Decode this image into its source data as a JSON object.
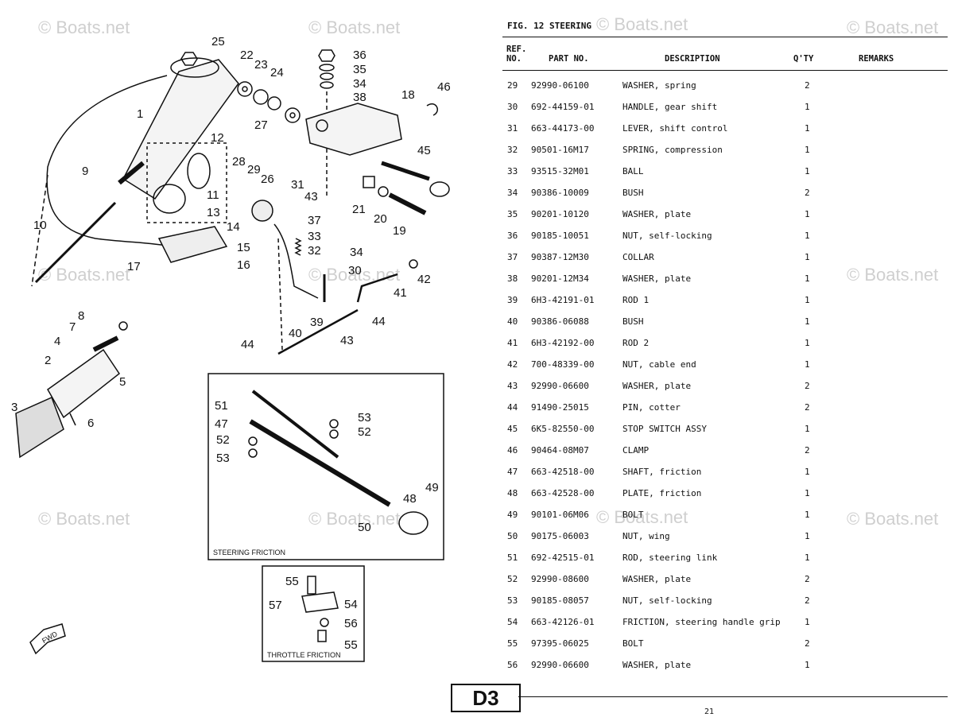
{
  "figure_title": "FIG. 12  STEERING",
  "watermark": "© Boats.net",
  "columns": {
    "ref": "REF.\nNO.",
    "part_no": "PART NO.",
    "description": "DESCRIPTION",
    "qty": "Q'TY",
    "remarks": "REMARKS"
  },
  "parts": [
    {
      "ref": "29",
      "part_no": "92990-06100",
      "description": "WASHER, spring",
      "qty": "2"
    },
    {
      "ref": "30",
      "part_no": "692-44159-01",
      "description": "HANDLE, gear shift",
      "qty": "1"
    },
    {
      "ref": "31",
      "part_no": "663-44173-00",
      "description": "LEVER, shift control",
      "qty": "1"
    },
    {
      "ref": "32",
      "part_no": "90501-16M17",
      "description": "SPRING, compression",
      "qty": "1"
    },
    {
      "ref": "33",
      "part_no": "93515-32M01",
      "description": "BALL",
      "qty": "1"
    },
    {
      "ref": "34",
      "part_no": "90386-10009",
      "description": "BUSH",
      "qty": "2"
    },
    {
      "ref": "35",
      "part_no": "90201-10120",
      "description": "WASHER, plate",
      "qty": "1"
    },
    {
      "ref": "36",
      "part_no": "90185-10051",
      "description": "NUT, self-locking",
      "qty": "1"
    },
    {
      "ref": "37",
      "part_no": "90387-12M30",
      "description": "COLLAR",
      "qty": "1"
    },
    {
      "ref": "38",
      "part_no": "90201-12M34",
      "description": "WASHER, plate",
      "qty": "1"
    },
    {
      "ref": "39",
      "part_no": "6H3-42191-01",
      "description": "ROD 1",
      "qty": "1"
    },
    {
      "ref": "40",
      "part_no": "90386-06088",
      "description": "BUSH",
      "qty": "1"
    },
    {
      "ref": "41",
      "part_no": "6H3-42192-00",
      "description": "ROD 2",
      "qty": "1"
    },
    {
      "ref": "42",
      "part_no": "700-48339-00",
      "description": "NUT, cable end",
      "qty": "1"
    },
    {
      "ref": "43",
      "part_no": "92990-06600",
      "description": "WASHER, plate",
      "qty": "2"
    },
    {
      "ref": "44",
      "part_no": "91490-25015",
      "description": "PIN, cotter",
      "qty": "2"
    },
    {
      "ref": "45",
      "part_no": "6K5-82550-00",
      "description": "STOP SWITCH ASSY",
      "qty": "1"
    },
    {
      "ref": "46",
      "part_no": "90464-08M07",
      "description": "CLAMP",
      "qty": "2"
    },
    {
      "ref": "47",
      "part_no": "663-42518-00",
      "description": "SHAFT, friction",
      "qty": "1"
    },
    {
      "ref": "48",
      "part_no": "663-42528-00",
      "description": "PLATE, friction",
      "qty": "1"
    },
    {
      "ref": "49",
      "part_no": "90101-06M06",
      "description": "BOLT",
      "qty": "1"
    },
    {
      "ref": "50",
      "part_no": "90175-06003",
      "description": "NUT, wing",
      "qty": "1"
    },
    {
      "ref": "51",
      "part_no": "692-42515-01",
      "description": "ROD, steering link",
      "qty": "1"
    },
    {
      "ref": "52",
      "part_no": "92990-08600",
      "description": "WASHER, plate",
      "qty": "2"
    },
    {
      "ref": "53",
      "part_no": "90185-08057",
      "description": "NUT, self-locking",
      "qty": "2"
    },
    {
      "ref": "54",
      "part_no": "663-42126-01",
      "description": "FRICTION, steering handle grip",
      "qty": "1"
    },
    {
      "ref": "55",
      "part_no": "97395-06025",
      "description": "BOLT",
      "qty": "2"
    },
    {
      "ref": "56",
      "part_no": "92990-06600",
      "description": "WASHER, plate",
      "qty": "1"
    }
  ],
  "diagram": {
    "callouts": [
      "1",
      "2",
      "3",
      "4",
      "5",
      "6",
      "7",
      "8",
      "9",
      "10",
      "11",
      "12",
      "13",
      "14",
      "15",
      "16",
      "17",
      "18",
      "19",
      "20",
      "21",
      "22",
      "23",
      "24",
      "25",
      "26",
      "27",
      "28",
      "29",
      "30",
      "31",
      "32",
      "33",
      "34",
      "35",
      "36",
      "37",
      "38",
      "39",
      "40",
      "41",
      "42",
      "43",
      "44",
      "45",
      "46",
      "47",
      "48",
      "49",
      "50",
      "51",
      "52",
      "53",
      "54",
      "55",
      "56",
      "57"
    ],
    "inset_steering_label": "STEERING FRICTION",
    "inset_throttle_label": "THROTTLE FRICTION",
    "fwd_label": "FWD"
  },
  "page_badge": "D3",
  "page_number": "21"
}
